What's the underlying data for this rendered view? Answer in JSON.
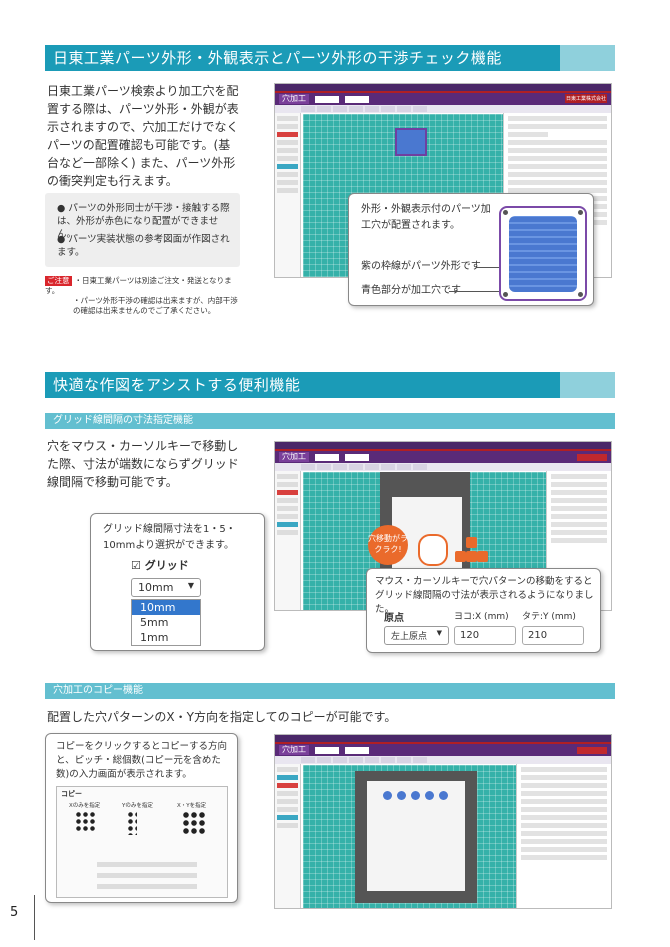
{
  "section1": {
    "title": "日東工業パーツ外形・外観表示とパーツ外形の干渉チェック機能",
    "paragraph": "日東工業パーツ検索より加工穴を配置する際は、パーツ外形・外観が表示されますので、穴加工だけでなくパーツの配置確認も可能です。(基台など一部除く) また、パーツ外形の衝突判定も行えます。",
    "bullets": [
      "パーツの外形同士が干渉・接触する際は、外形が赤色になり配置ができません。",
      "パーツ実装状態の参考図面が作図されます。"
    ],
    "caution_label": "ご注意",
    "caution_lines": [
      "・日東工業パーツは別途ご注文・発送となります。",
      "・パーツ外形干渉の確認は出来ますが、内部干渉の確認は出来ませんのでご了承ください。"
    ],
    "screenshot": {
      "app_title": "穴加工",
      "company": "日東工業株式会社"
    },
    "callout": {
      "text": "外形・外観表示付のパーツ加工穴が配置されます。",
      "purple_note": "紫の枠線がパーツ外形です",
      "blue_note": "青色部分が加工穴です"
    }
  },
  "section2": {
    "title": "快適な作図をアシストする便利機能",
    "grid": {
      "subtitle": "グリッド線間隔の寸法指定機能",
      "paragraph": "穴をマウス・カーソルキーで移動した際、寸法が端数にならずグリッド線間隔で移動可能です。",
      "callout_text": "グリッド線間隔寸法を1・5・10mmより選択ができます。",
      "checkbox_label": "グリッド",
      "selected": "10mm",
      "options": [
        "10mm",
        "5mm",
        "1mm"
      ],
      "badge": "穴移動がラクラク!",
      "move_text": "マウス・カーソルキーで穴パターンの移動をするとグリッド線間隔の寸法が表示されるようになりました。",
      "origin_label": "原点",
      "x_label": "ヨコ:X (mm)",
      "y_label": "タテ:Y (mm)",
      "origin_value": "左上原点",
      "x_value": "120",
      "y_value": "210"
    },
    "copy": {
      "subtitle": "穴加工のコピー機能",
      "paragraph": "配置した穴パターンのX・Y方向を指定してのコピーが可能です。",
      "callout_text": "コピーをクリックするとコピーする方向と、ピッチ・総個数(コピー元を含めた数)の入力画面が表示されます。",
      "dialog_title": "コピー",
      "options": [
        "Xのみを指定",
        "Yのみを指定",
        "X・Yを指定"
      ]
    }
  },
  "page_number": "5"
}
